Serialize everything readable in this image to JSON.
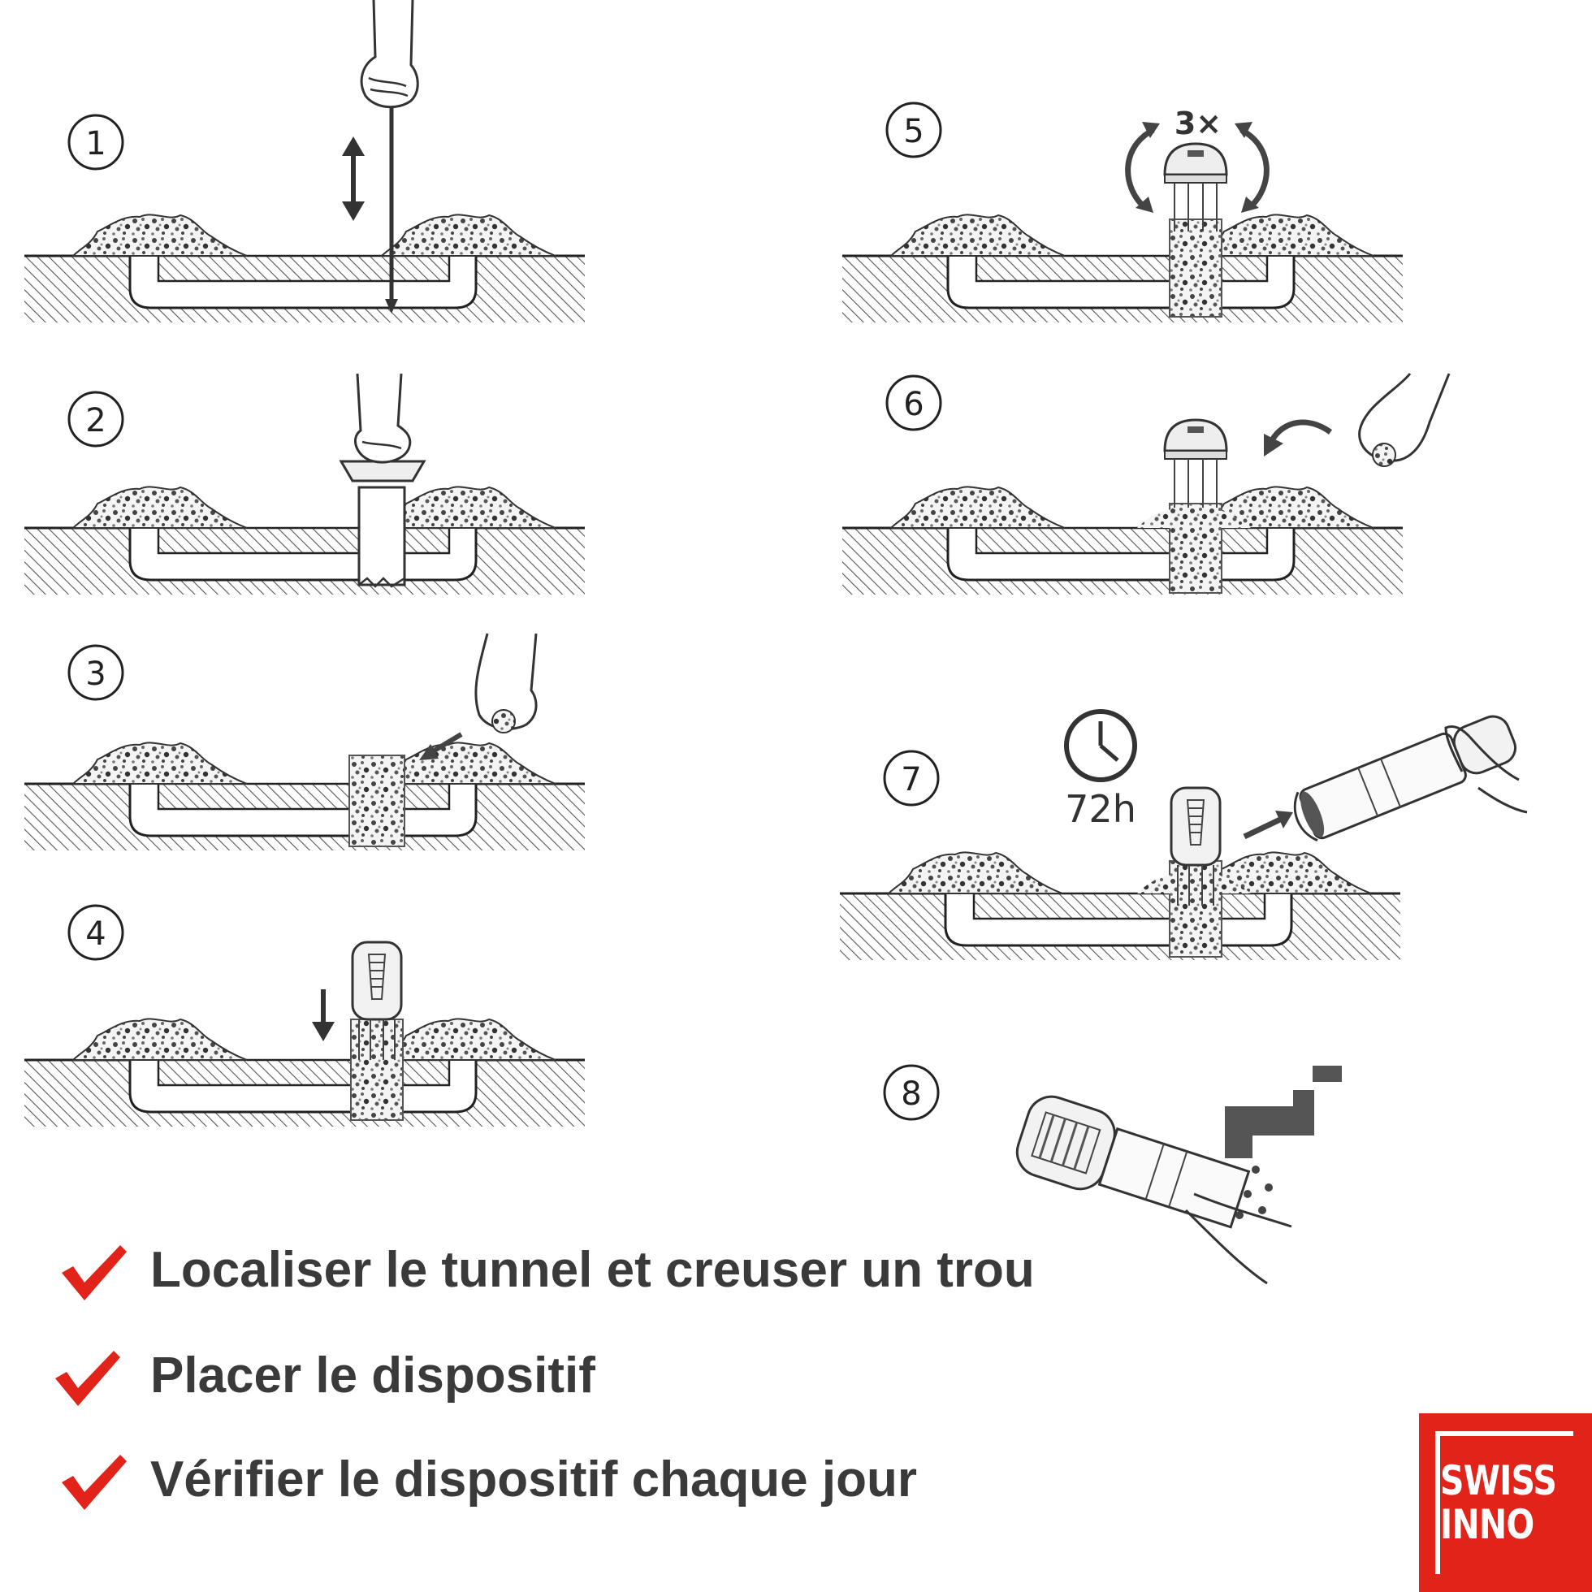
{
  "steps": [
    {
      "number": "1"
    },
    {
      "number": "2"
    },
    {
      "number": "3"
    },
    {
      "number": "4"
    },
    {
      "number": "5",
      "label": "3×"
    },
    {
      "number": "6"
    },
    {
      "number": "7",
      "label": "72h"
    },
    {
      "number": "8"
    }
  ],
  "checklist": [
    "Localiser le tunnel et creuser un trou",
    "Placer le dispositif",
    "Vérifier le dispositif chaque jour"
  ],
  "logo": {
    "line1": "SWISS",
    "line2": "INNO"
  },
  "colors": {
    "accent": "#e2231a",
    "ink": "#333333",
    "text": "#3a3a3a"
  },
  "icons": [
    "check-icon",
    "clock-icon",
    "faucet-icon",
    "hand-icon",
    "arrow-icon"
  ]
}
